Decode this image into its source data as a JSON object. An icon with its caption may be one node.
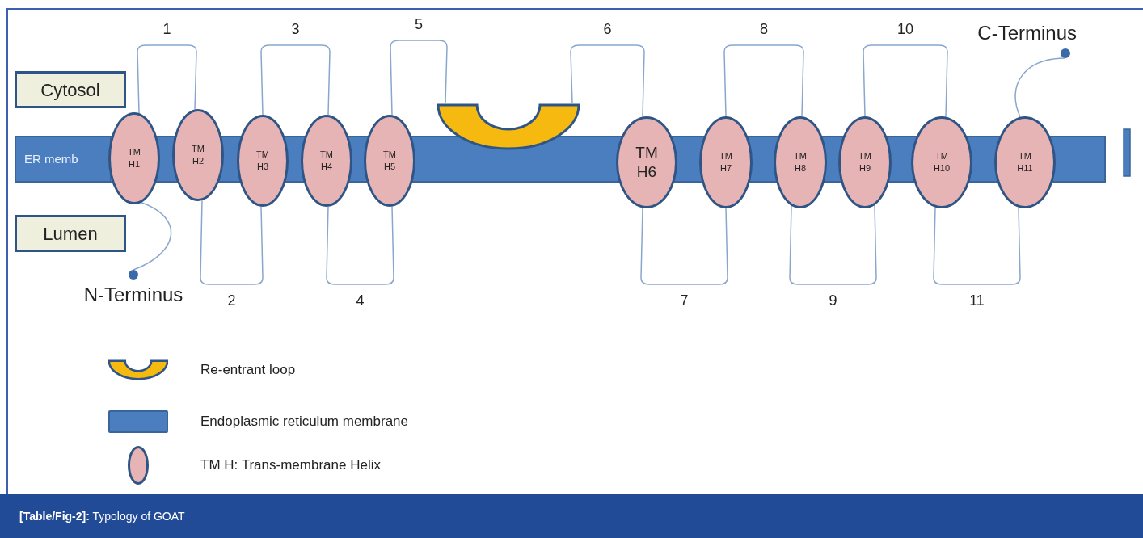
{
  "diagram": {
    "caption": "**[Table/Fig-2]:** Typology of GOAT",
    "nodes": [
      {
        "text": [
          "Cytosol"
        ]
      },
      {
        "text": [
          "Lumen"
        ]
      },
      {
        "text": [
          "ER memb"
        ]
      },
      {
        "text": [
          "TM H1"
        ]
      },
      {
        "text": [
          "TM H2"
        ]
      },
      {
        "text": [
          "TM H3"
        ]
      },
      {
        "text": [
          "TM H4"
        ]
      },
      {
        "text": [
          "TM H5"
        ]
      },
      {
        "text": [],
        "shape": "arc"
      },
      {
        "text": [
          "TM H6"
        ]
      },
      {
        "text": [
          "TM H7"
        ]
      },
      {
        "text": [
          "TM H8"
        ]
      },
      {
        "text": [
          "TM H9"
        ]
      },
      {
        "text": [
          "TM H10"
        ]
      },
      {
        "text": [
          "TM H11"
        ]
      },
      {
        "text": [
          "N-Terminus"
        ]
      },
      {
        "text": [
          "C-Terminus"
        ]
      }
    ],
    "edges": [
      {
        "from": 3,
        "to": 4,
        "arrow": "none",
        "label": "1"
      },
      {
        "from": 4,
        "to": 5,
        "arrow": "none",
        "label": "2"
      },
      {
        "from": 5,
        "to": 6,
        "arrow": "none",
        "label": "3"
      },
      {
        "from": 6,
        "to": 7,
        "arrow": "none",
        "label": "4"
      },
      {
        "from": 7,
        "to": 8,
        "arrow": "none",
        "label": "5"
      },
      {
        "from": 8,
        "to": 9,
        "arrow": "none",
        "label": "6"
      },
      {
        "from": 9,
        "to": 10,
        "arrow": "none",
        "label": "7"
      },
      {
        "from": 10,
        "to": 11,
        "arrow": "none",
        "label": "8"
      },
      {
        "from": 11,
        "to": 12,
        "arrow": "none",
        "label": "9"
      },
      {
        "from": 12,
        "to": 13,
        "arrow": "none",
        "label": "10"
      },
      {
        "from": 13,
        "to": 14,
        "arrow": "none",
        "label": "11"
      },
      {
        "from": 3,
        "to": 15,
        "arrow": "none"
      },
      {
        "from": 14,
        "to": 16,
        "arrow": "none"
      }
    ],
    "legend": [
      {
        "text": "Re-entrant loop"
      },
      {
        "text": "Endoplasmic reticulum membrane",
        "color": "#4a7ebf"
      },
      {
        "text": "TM H: Trans-membrane Helix"
      }
    ]
  }
}
